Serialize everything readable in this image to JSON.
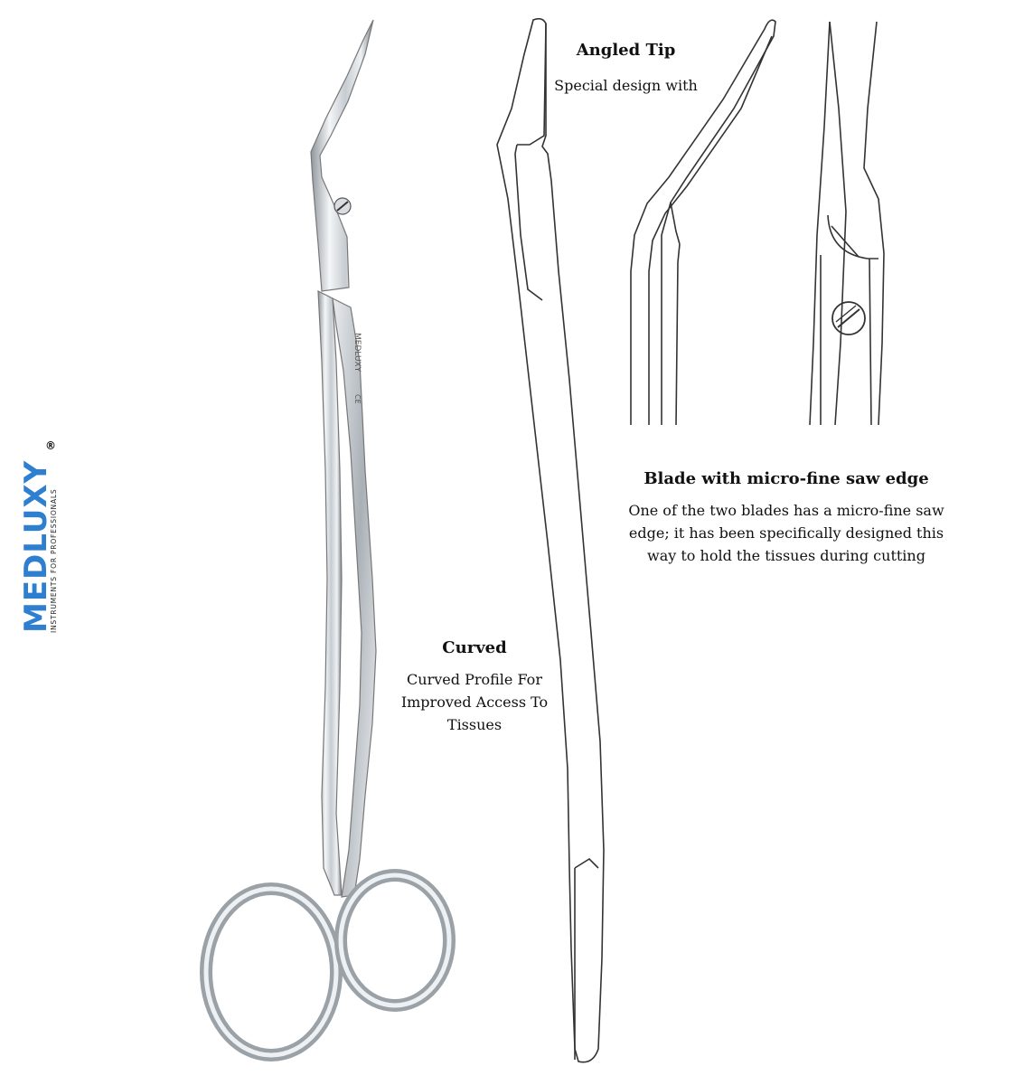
{
  "brand": {
    "name": "MEDLUXY",
    "registered": "®",
    "tagline": "INSTRUMENTS FOR PROFESSIONALS",
    "accent_color": "#2f7fd0"
  },
  "instrument": {
    "engraving": "MEDLUXY",
    "ce_mark": "CE"
  },
  "features": {
    "angled_tip": {
      "title": "Angled Tip",
      "text": "Special design with"
    },
    "blade": {
      "title": "Blade with micro-fine saw edge",
      "text": "One of the two blades has a micro-fine saw edge; it has been specifically designed this way to hold the tissues during cutting"
    },
    "curved": {
      "title": "Curved",
      "text": "Curved Profile For Improved Access To Tissues"
    }
  }
}
